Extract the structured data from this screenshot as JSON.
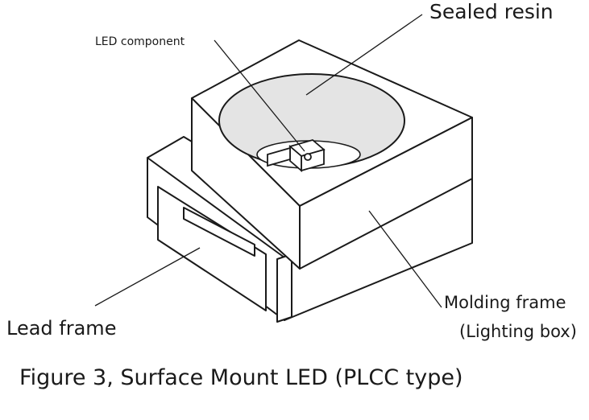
{
  "labels": {
    "sealed_resin": "Sealed resin",
    "led_component": "LED component",
    "molding_frame": "Molding frame",
    "lighting_box": "(Lighting box)",
    "lead_frame": "Lead frame"
  },
  "caption": "Figure 3, Surface Mount LED (PLCC type)",
  "colors": {
    "outline": "#1a1a1a",
    "body": "#ffffff",
    "resin": "#e4e4e4"
  }
}
